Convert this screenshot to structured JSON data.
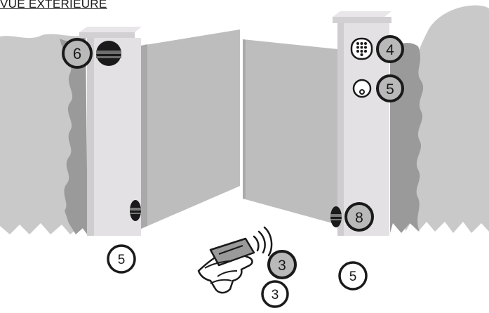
{
  "header": {
    "title": "VUE EXTÉRIEURE"
  },
  "markers": [
    {
      "id": "marker-6-flash-light",
      "label": "6"
    },
    {
      "id": "marker-4-keypad",
      "label": "4"
    },
    {
      "id": "marker-5-key-switch",
      "label": "5"
    },
    {
      "id": "marker-8-photocell",
      "label": "8"
    },
    {
      "id": "marker-3-remote-grey",
      "label": "3"
    },
    {
      "id": "marker-3-remote-white",
      "label": "3"
    },
    {
      "id": "marker-5-left-ground",
      "label": "5"
    },
    {
      "id": "marker-5-right-ground",
      "label": "5"
    }
  ],
  "colors": {
    "hedge_light": "#c9c9c9",
    "hedge_dark": "#9a9a9a",
    "pillar": "#e3e1e3",
    "gate": "#bdbdbd",
    "outline": "#1a1a1a",
    "badge_grey": "#b9b9b9"
  },
  "icons": [
    "flash-light-icon",
    "keypad-icon",
    "key-switch-icon",
    "photocell-icon",
    "remote-control-icon",
    "signal-waves-icon"
  ]
}
